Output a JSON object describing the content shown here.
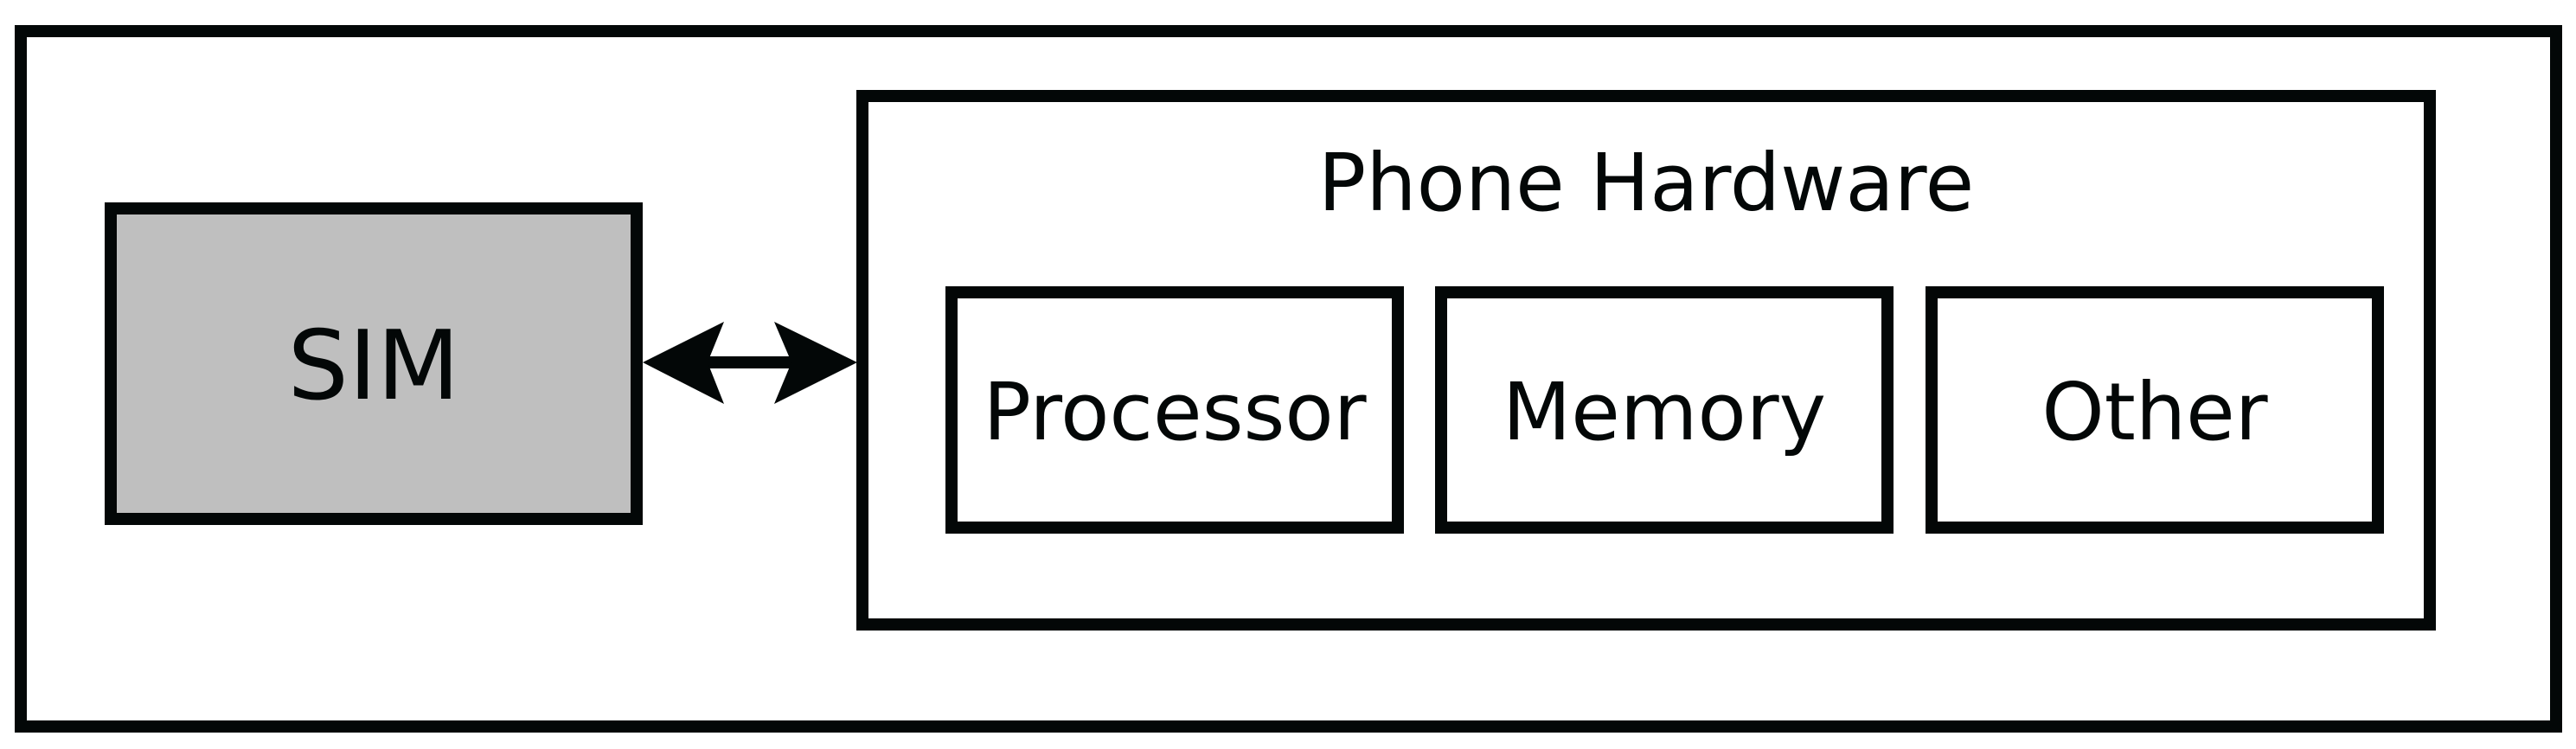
{
  "diagram": {
    "sim": {
      "label": "SIM",
      "fill": "#bfbfbf"
    },
    "connector": {
      "type": "bidirectional-arrow",
      "from": "SIM",
      "to": "Phone Hardware"
    },
    "phone_hardware": {
      "title": "Phone Hardware",
      "components": [
        {
          "label": "Processor"
        },
        {
          "label": "Memory"
        },
        {
          "label": "Other"
        }
      ]
    },
    "colors": {
      "stroke": "#030707",
      "background": "#ffffff",
      "sim_fill": "#bfbfbf"
    }
  }
}
